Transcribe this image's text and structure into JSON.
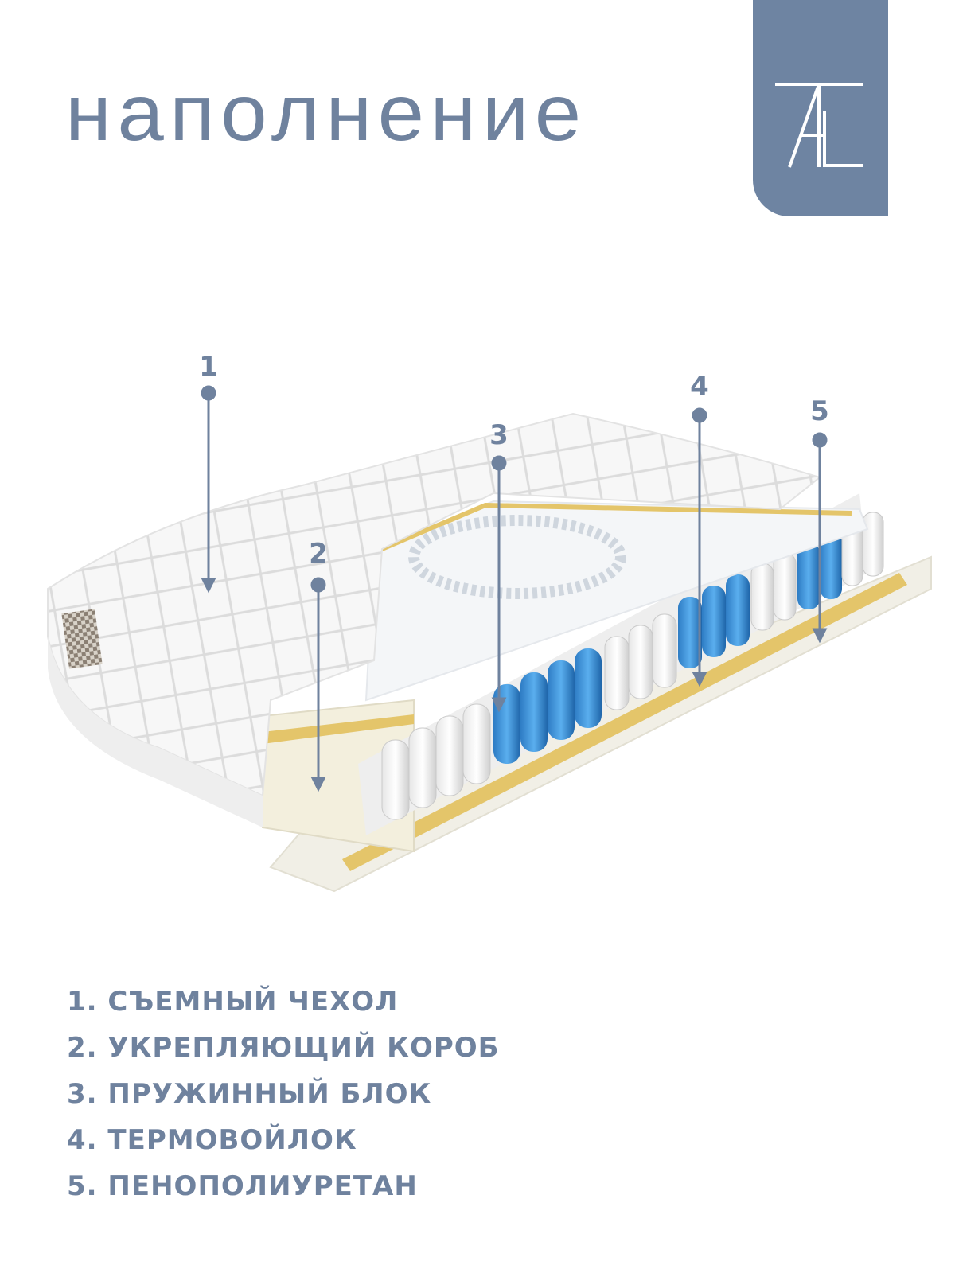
{
  "header": {
    "title": "наполнение",
    "logo_text": "AL"
  },
  "callouts": [
    "1",
    "2",
    "3",
    "4",
    "5"
  ],
  "legend": [
    "1. СЪЕМНЫЙ ЧЕХОЛ",
    "2. УКРЕПЛЯЮЩИЙ КОРОБ",
    "3. ПРУЖИННЫЙ БЛОК",
    "4. ТЕРМОВОЙЛОК",
    "5. ПЕНОПОЛИУРЕТАН"
  ],
  "colors": {
    "accent": "#6f829e",
    "logo_bg": "#6e84a2",
    "spring_blue": "#3f8fd6",
    "felt_yellow": "#e4c56a"
  }
}
